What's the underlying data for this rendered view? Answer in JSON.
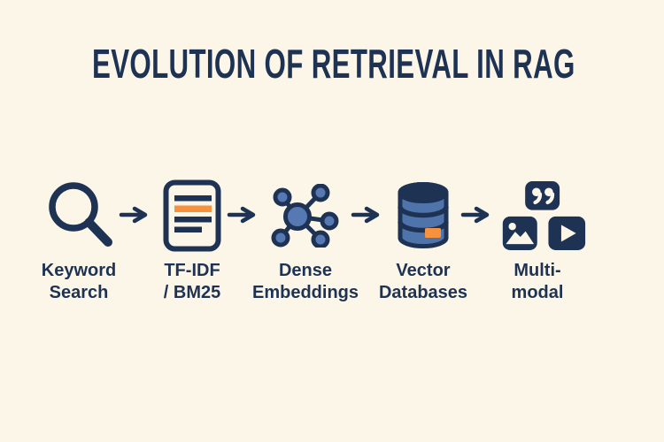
{
  "title": "EVOLUTION OF RETRIEVAL IN RAG",
  "colors": {
    "background": "#FBF6E8",
    "navy": "#1E3354",
    "blue": "#4F74AB",
    "blue_node": "#5679B3",
    "orange": "#F6913E",
    "cream": "#FBF6E8"
  },
  "pipeline": {
    "arrow_glyph": "→",
    "stages": [
      {
        "id": "keyword-search",
        "icon": "magnifier-icon",
        "label": "Keyword\nSearch"
      },
      {
        "id": "tfidf-bm25",
        "icon": "document-icon",
        "label": "TF-IDF\n/ BM25"
      },
      {
        "id": "dense-embeddings",
        "icon": "network-icon",
        "label": "Dense\nEmbeddings"
      },
      {
        "id": "vector-databases",
        "icon": "database-icon",
        "label": "Vector\nDatabases"
      },
      {
        "id": "multi-modal",
        "icon": "multimodal-icon",
        "label": "Multi-\nmodal"
      }
    ]
  }
}
